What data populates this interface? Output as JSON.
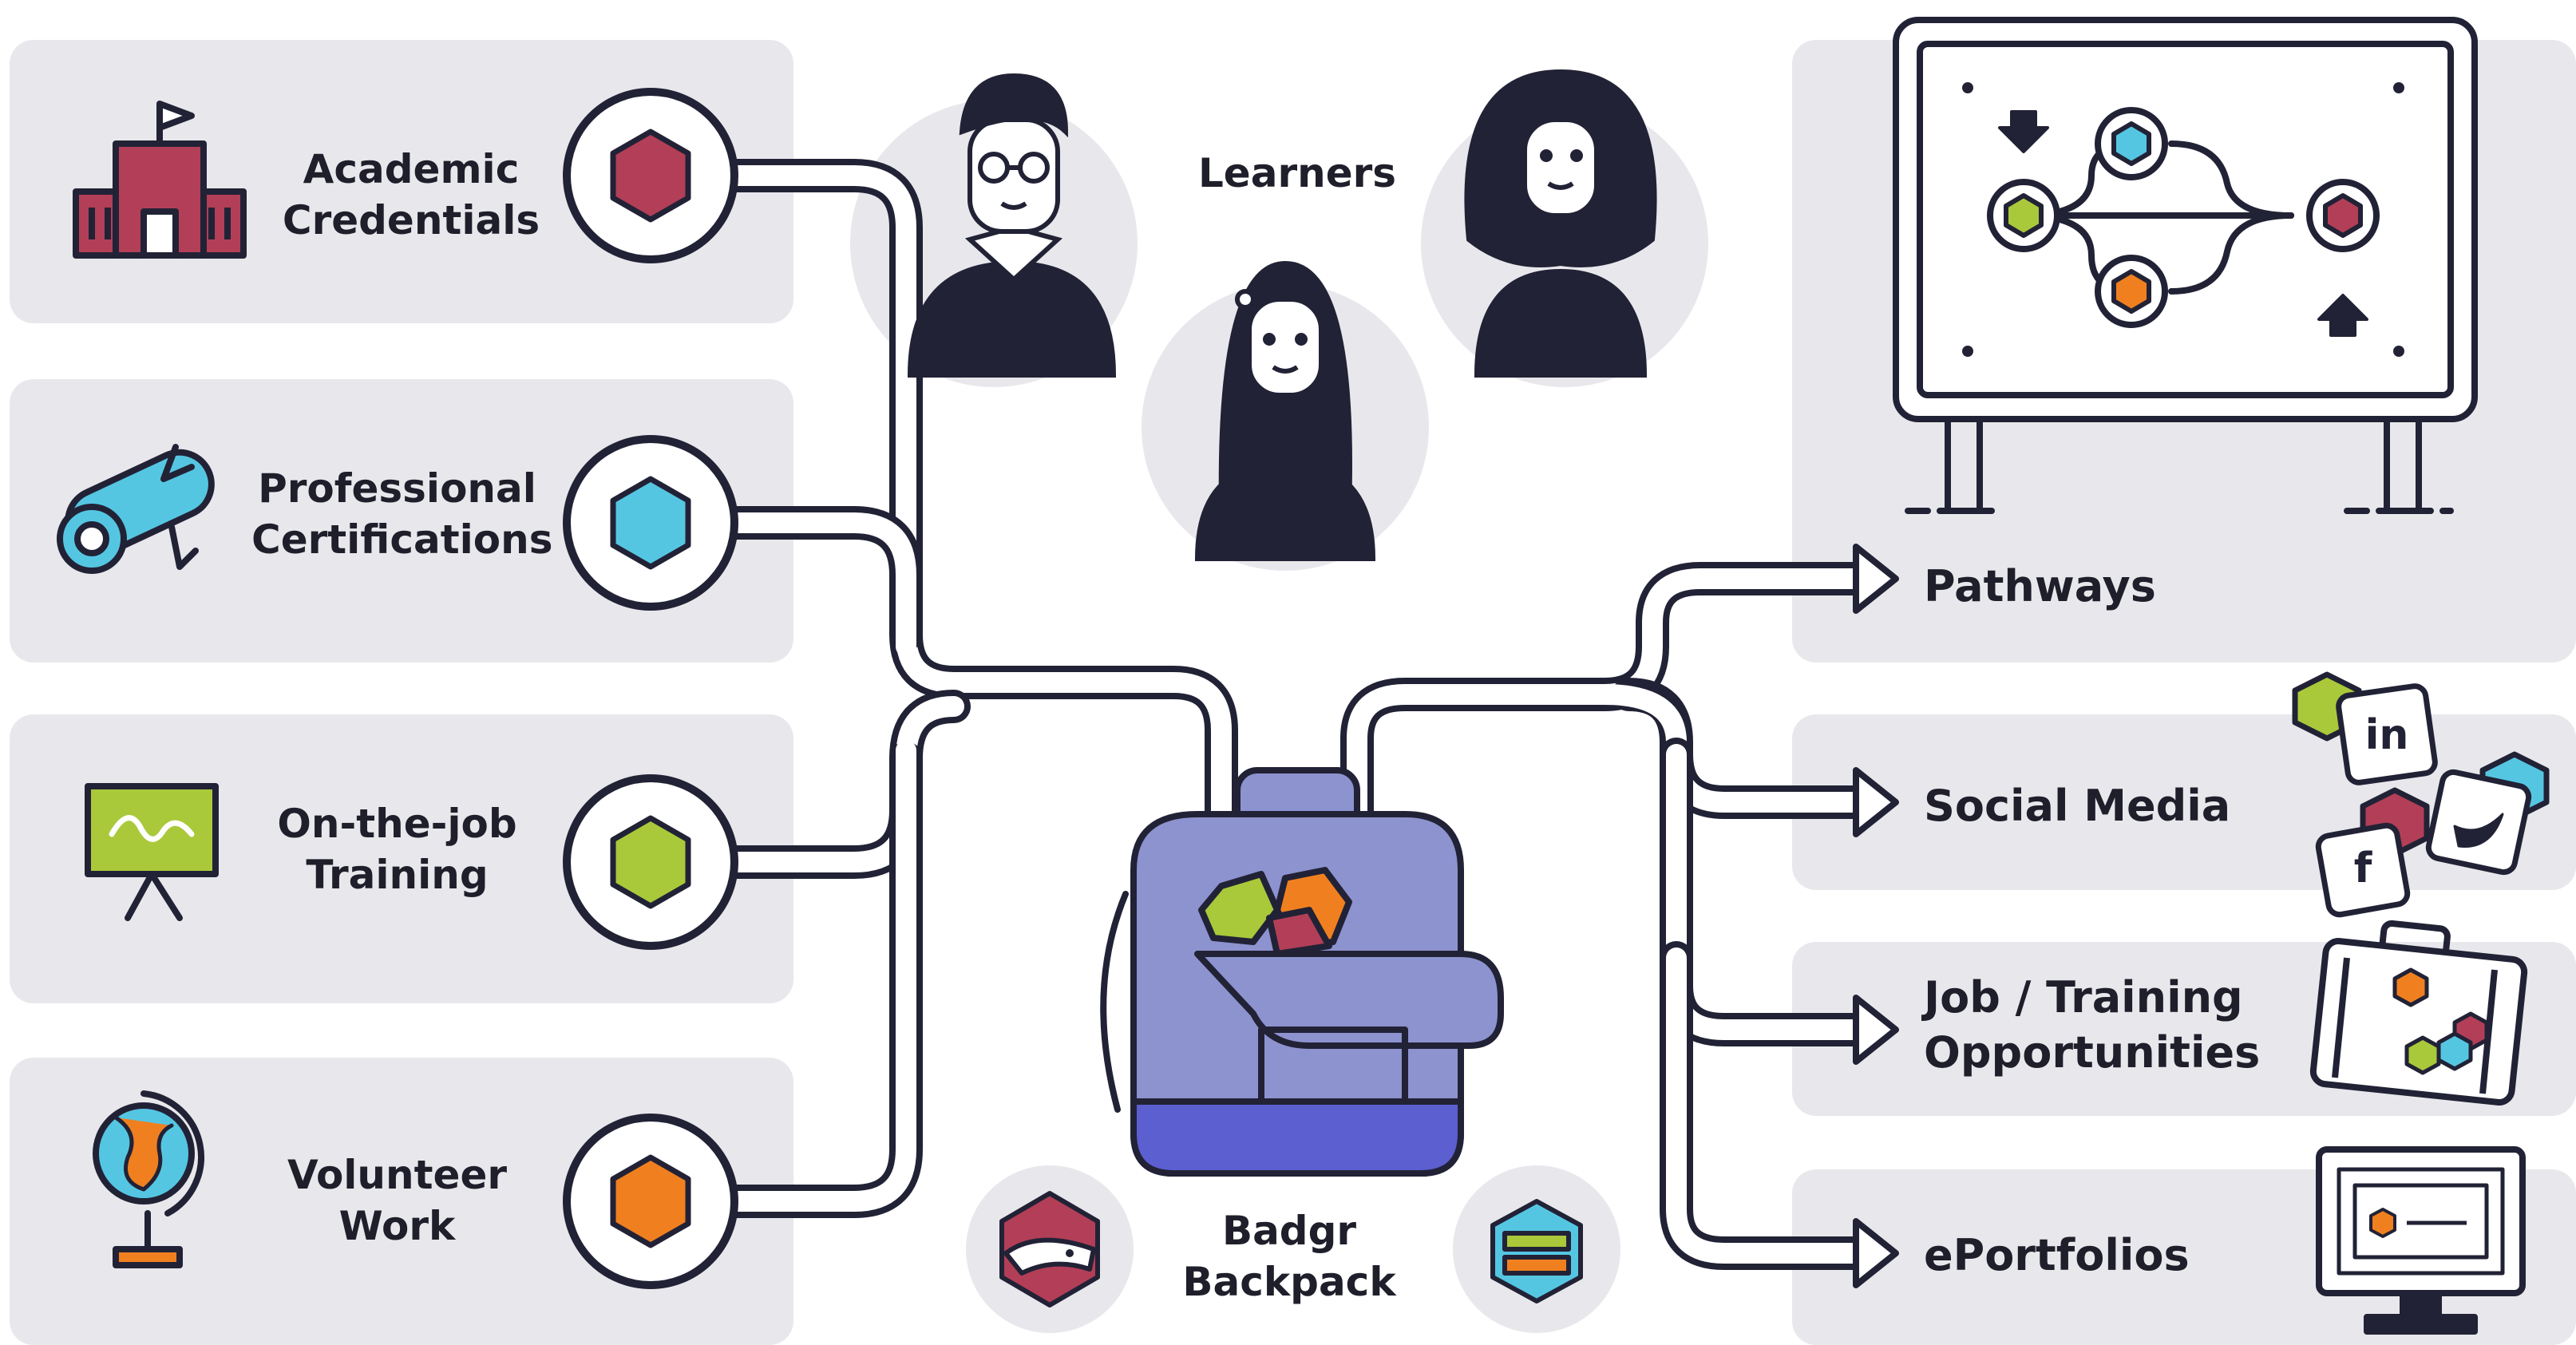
{
  "colors": {
    "panel": "#e8e8ec",
    "ink": "#222236",
    "crimson": "#b23f57",
    "sky": "#55c6e2",
    "lime": "#a9c93a",
    "orange": "#f0801f",
    "backpack": "#8d93cf",
    "backpack_base": "#5b5fd0"
  },
  "inputs": [
    {
      "line1": "Academic",
      "line2": "Credentials",
      "icon": "school-building-icon",
      "badge_color": "#b23f57"
    },
    {
      "line1": "Professional",
      "line2": "Certifications",
      "icon": "diploma-scroll-icon",
      "badge_color": "#55c6e2"
    },
    {
      "line1": "On-the-job",
      "line2": "Training",
      "icon": "whiteboard-easel-icon",
      "badge_color": "#a9c93a"
    },
    {
      "line1": "Volunteer",
      "line2": "Work",
      "icon": "globe-icon",
      "badge_color": "#f0801f"
    }
  ],
  "learners": {
    "label": "Learners"
  },
  "backpack": {
    "line1": "Badgr",
    "line2": "Backpack"
  },
  "outputs": [
    {
      "label": "Pathways",
      "icon": "pathway-board-icon"
    },
    {
      "label": "Social Media",
      "icon": "social-media-icons"
    },
    {
      "label": "Job / Training",
      "label2": "Opportunities",
      "icon": "suitcase-icon"
    },
    {
      "label": "ePortfolios",
      "icon": "monitor-icon"
    }
  ],
  "social_badges": {
    "linkedin": "in",
    "facebook": "f"
  }
}
